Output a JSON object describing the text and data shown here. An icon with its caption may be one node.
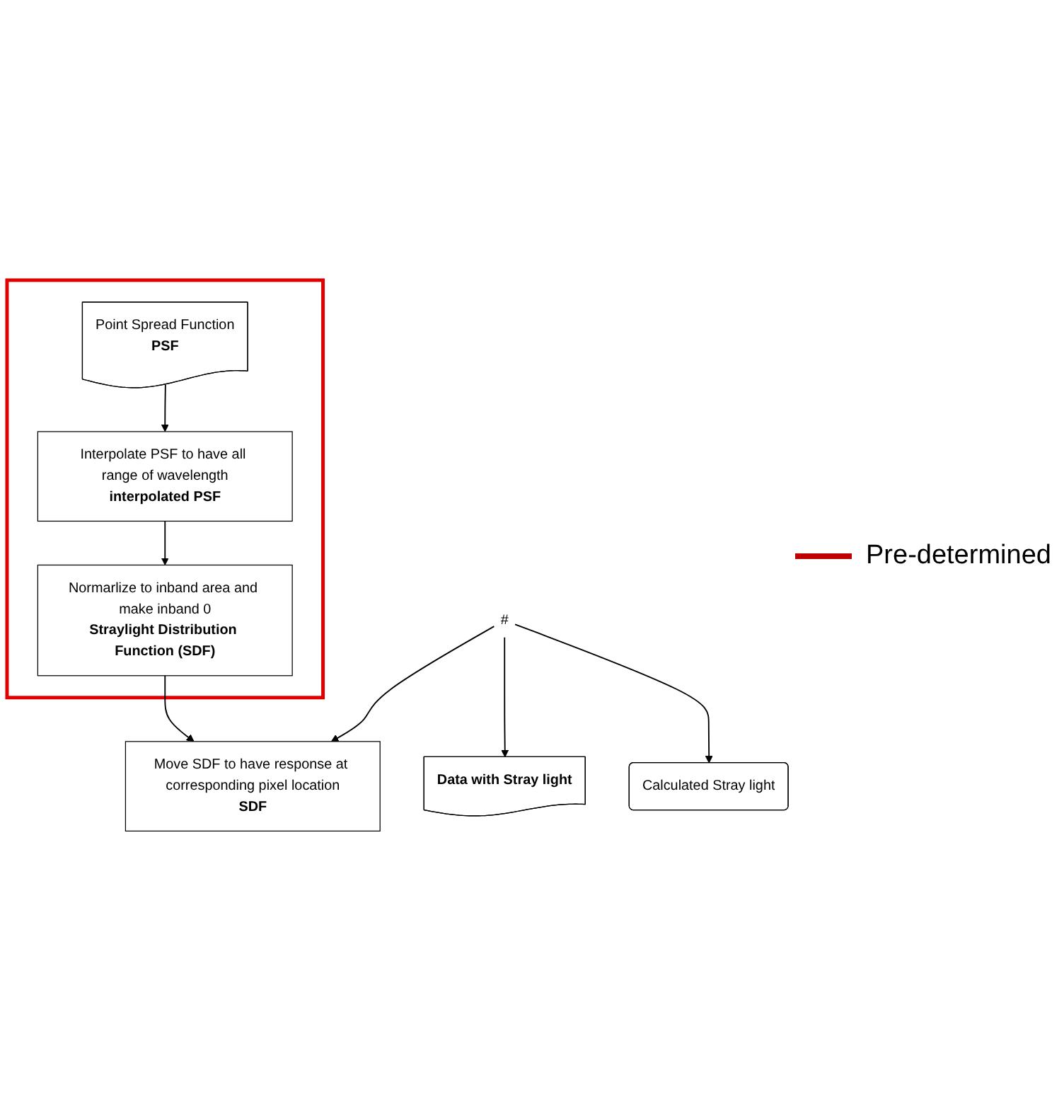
{
  "diagram": {
    "nodes": [
      {
        "text": [],
        "shape": "box"
      },
      {
        "text": [
          "Point Spread Function",
          "PSF"
        ],
        "in": 0
      },
      {
        "text": [
          "Interpolate PSF to have all range of wavelength",
          "interpolated PSF"
        ],
        "in": 0
      },
      {
        "text": [
          "Normarlize to inband area and make inband 0",
          "Straylight Distribution Function (SDF)"
        ],
        "in": 0
      },
      {
        "text": [
          "Move SDF to have response at corresponding pixel location",
          "SDF"
        ]
      },
      {
        "text": [
          "#"
        ]
      },
      {
        "text": [
          "Data with Stray light"
        ]
      },
      {
        "text": [
          "Calculated Stray light"
        ]
      }
    ],
    "edges": [
      {
        "from": 1,
        "to": 2,
        "arrow": "to"
      },
      {
        "from": 2,
        "to": 3,
        "arrow": "to"
      },
      {
        "from": 3,
        "to": 4,
        "arrow": "to"
      },
      {
        "from": 5,
        "to": 4,
        "arrow": "to"
      },
      {
        "from": 5,
        "to": 6,
        "arrow": "to"
      },
      {
        "from": 5,
        "to": 7,
        "arrow": "to"
      }
    ],
    "legend": [
      {
        "text": "Pre-determined"
      }
    ]
  }
}
